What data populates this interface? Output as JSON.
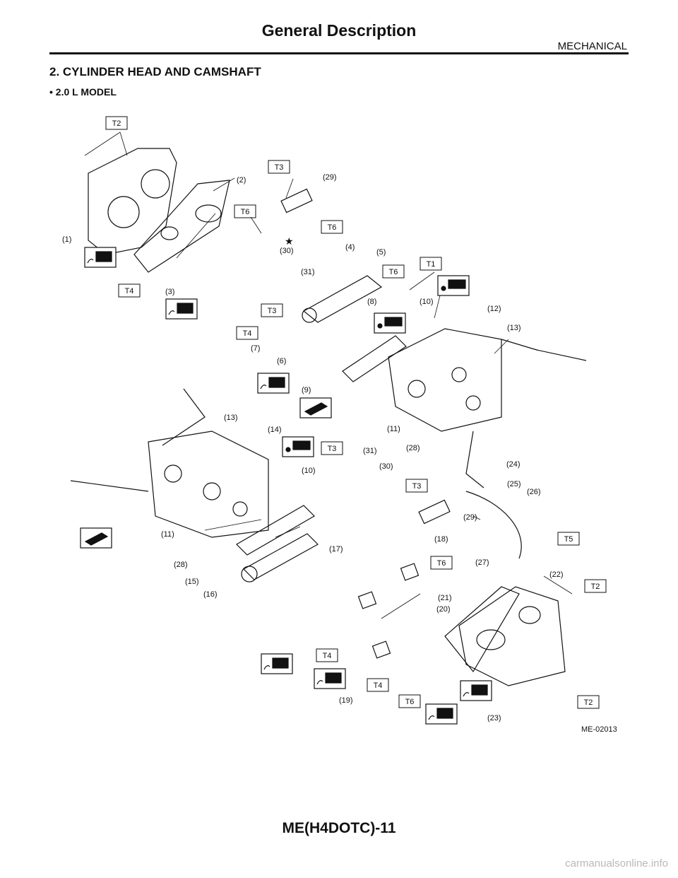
{
  "header": {
    "title": "General Description",
    "section": "MECHANICAL"
  },
  "section_title": "2.  CYLINDER HEAD AND CAMSHAFT",
  "subsection_title": "• 2.0 L MODEL",
  "diagram": {
    "figure_id": "ME-02013",
    "torque_labels": [
      "T2",
      "T3",
      "T6",
      "T6",
      "T4",
      "T3",
      "T6",
      "T1",
      "T4",
      "T3",
      "T3",
      "T6",
      "T4",
      "T4",
      "T6",
      "T5",
      "T2",
      "T2"
    ],
    "part_labels": [
      "(1)",
      "(2)",
      "(3)",
      "(4)",
      "(5)",
      "(6)",
      "(7)",
      "(8)",
      "(9)",
      "(10)",
      "(10)",
      "(11)",
      "(11)",
      "(12)",
      "(13)",
      "(13)",
      "(14)",
      "(15)",
      "(16)",
      "(17)",
      "(18)",
      "(19)",
      "(20)",
      "(21)",
      "(22)",
      "(23)",
      "(24)",
      "(25)",
      "(26)",
      "(27)",
      "(28)",
      "(28)",
      "(29)",
      "(29)",
      "(30)",
      "(30)",
      "(31)",
      "(31)"
    ],
    "star_mark": "★",
    "symbols": {
      "sealant": "sealant-icon",
      "oil": "engine-oil-icon",
      "grease": "grease-icon"
    }
  },
  "footer": {
    "page_code": "ME(H4DOTC)-11"
  },
  "watermark": "carmanualsonline.info"
}
